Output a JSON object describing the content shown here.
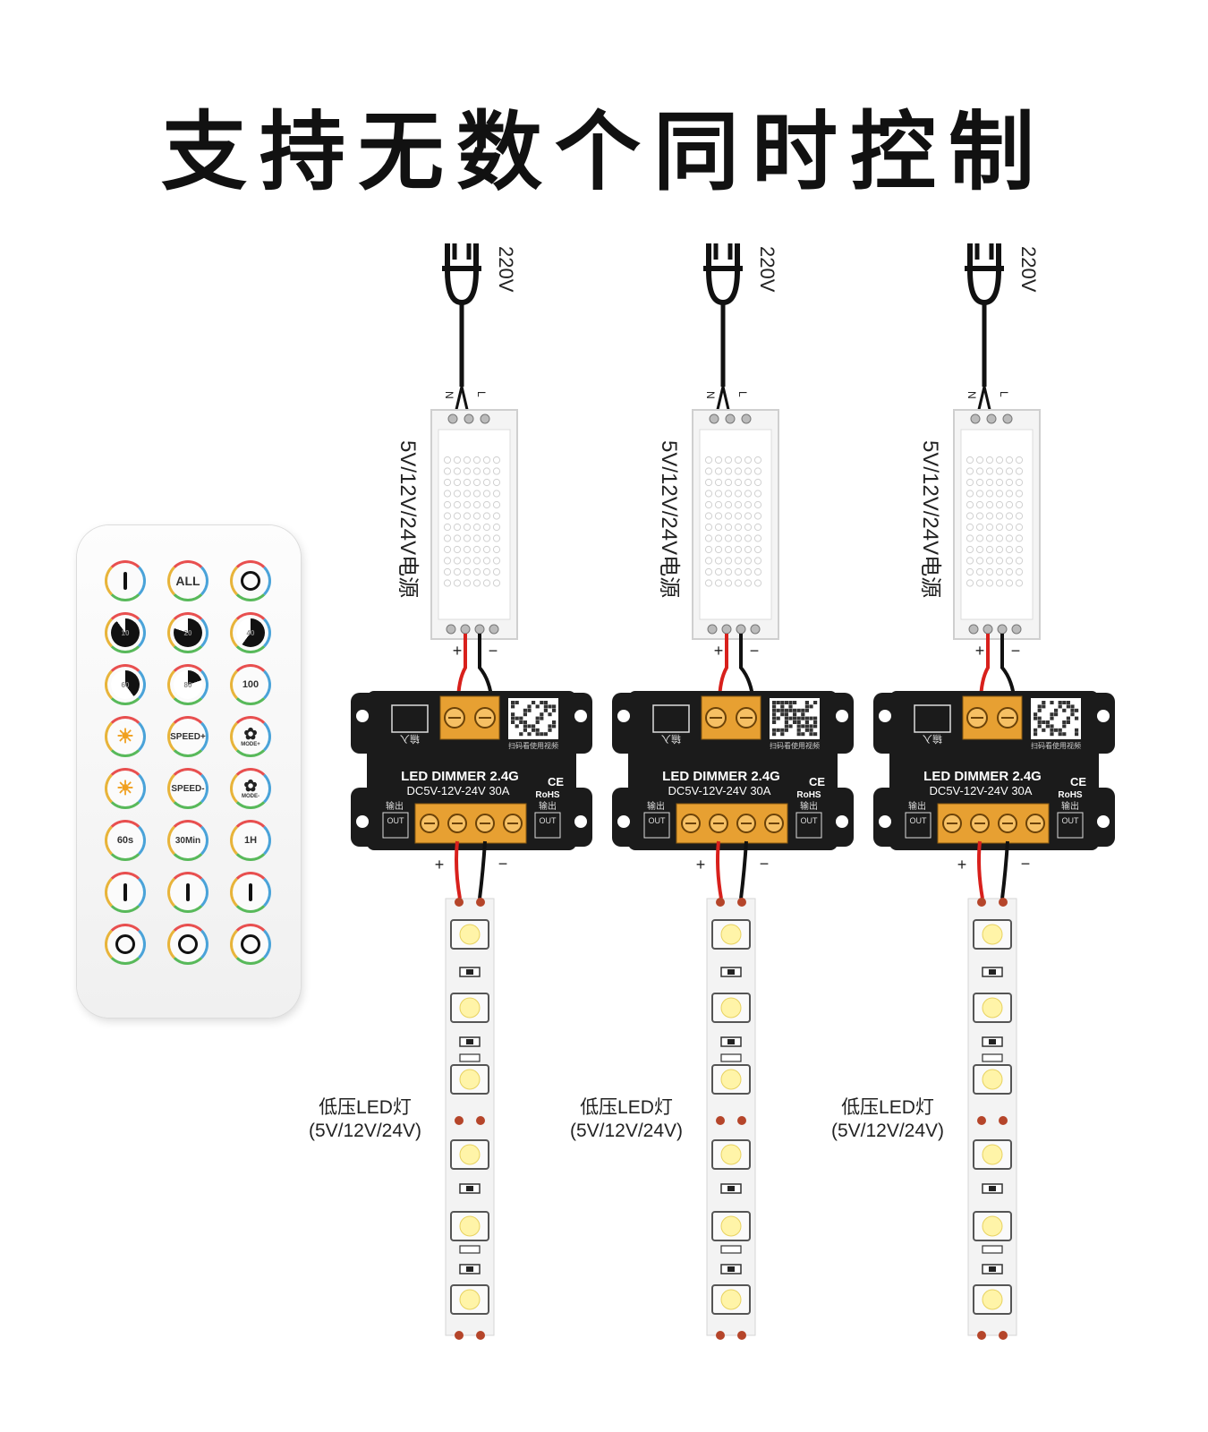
{
  "headline": "支持无数个同时控制",
  "units": [
    {
      "mains": "220V",
      "plug_labels": {
        "n": "N",
        "l": "L"
      },
      "psu_label": "5V/12V/24V电源",
      "psu_out": {
        "plus": "+",
        "minus": "−"
      },
      "dimmer_title": "LED DIMMER 2.4G",
      "dimmer_spec": "DC5V-12V-24V 30A",
      "ce": "CE",
      "rohs": "RoHS",
      "input_label": "输入",
      "output_label": "输出",
      "out_label": "OUT",
      "scan_text": "扫码看使用视频",
      "strip_out": {
        "plus": "+",
        "minus": "−"
      },
      "strip_label": "低压LED灯",
      "strip_sub": "(5V/12V/24V)"
    },
    {
      "mains": "220V",
      "plug_labels": {
        "n": "N",
        "l": "L"
      },
      "psu_label": "5V/12V/24V电源",
      "psu_out": {
        "plus": "+",
        "minus": "−"
      },
      "dimmer_title": "LED DIMMER 2.4G",
      "dimmer_spec": "DC5V-12V-24V 30A",
      "ce": "CE",
      "rohs": "RoHS",
      "input_label": "输入",
      "output_label": "输出",
      "out_label": "OUT",
      "scan_text": "扫码看使用视频",
      "strip_out": {
        "plus": "+",
        "minus": "−"
      },
      "strip_label": "低压LED灯",
      "strip_sub": "(5V/12V/24V)"
    },
    {
      "mains": "220V",
      "plug_labels": {
        "n": "N",
        "l": "L"
      },
      "psu_label": "5V/12V/24V电源",
      "psu_out": {
        "plus": "+",
        "minus": "−"
      },
      "dimmer_title": "LED DIMMER 2.4G",
      "dimmer_spec": "DC5V-12V-24V 30A",
      "ce": "CE",
      "rohs": "RoHS",
      "input_label": "输入",
      "output_label": "输出",
      "out_label": "OUT",
      "scan_text": "扫码看使用视频",
      "strip_out": {
        "plus": "+",
        "minus": "−"
      },
      "strip_label": "低压LED灯",
      "strip_sub": "(5V/12V/24V)"
    }
  ],
  "remote": {
    "buttons": [
      {
        "name": "zone-on",
        "kind": "bar"
      },
      {
        "name": "all",
        "kind": "text",
        "label": "ALL"
      },
      {
        "name": "zone-off",
        "kind": "ring"
      },
      {
        "name": "brightness-10",
        "kind": "pie",
        "level": 10,
        "label": "10"
      },
      {
        "name": "brightness-20",
        "kind": "pie",
        "level": 20,
        "label": "20"
      },
      {
        "name": "brightness-40",
        "kind": "pie",
        "level": 40,
        "label": "40"
      },
      {
        "name": "brightness-60",
        "kind": "pie",
        "level": 60,
        "label": "60"
      },
      {
        "name": "brightness-80",
        "kind": "pie",
        "level": 80,
        "label": "80"
      },
      {
        "name": "brightness-100",
        "kind": "text",
        "label": "100"
      },
      {
        "name": "brightness-up",
        "kind": "sun"
      },
      {
        "name": "speed-up",
        "kind": "text",
        "label": "SPEED+"
      },
      {
        "name": "mode-up",
        "kind": "wheel",
        "label": "MODE+"
      },
      {
        "name": "brightness-down",
        "kind": "sun"
      },
      {
        "name": "speed-down",
        "kind": "text",
        "label": "SPEED-"
      },
      {
        "name": "mode-down",
        "kind": "wheel",
        "label": "MODE-"
      },
      {
        "name": "timer-60s",
        "kind": "text",
        "label": "60s"
      },
      {
        "name": "timer-30min",
        "kind": "text",
        "label": "30Min"
      },
      {
        "name": "timer-1h",
        "kind": "text",
        "label": "1H"
      },
      {
        "name": "zone-1-on",
        "kind": "bar"
      },
      {
        "name": "zone-2-on",
        "kind": "bar"
      },
      {
        "name": "zone-3-on",
        "kind": "bar"
      },
      {
        "name": "zone-1-off",
        "kind": "ring"
      },
      {
        "name": "zone-2-off",
        "kind": "ring"
      },
      {
        "name": "zone-3-off",
        "kind": "ring"
      }
    ]
  },
  "colors": {
    "wire_red": "#d8201c",
    "wire_black": "#111111",
    "dimmer_body": "#1b1b1b",
    "terminal": "#e7a032",
    "strip_board": "#f3f3f3",
    "led_yellow": "#fff4a8"
  }
}
